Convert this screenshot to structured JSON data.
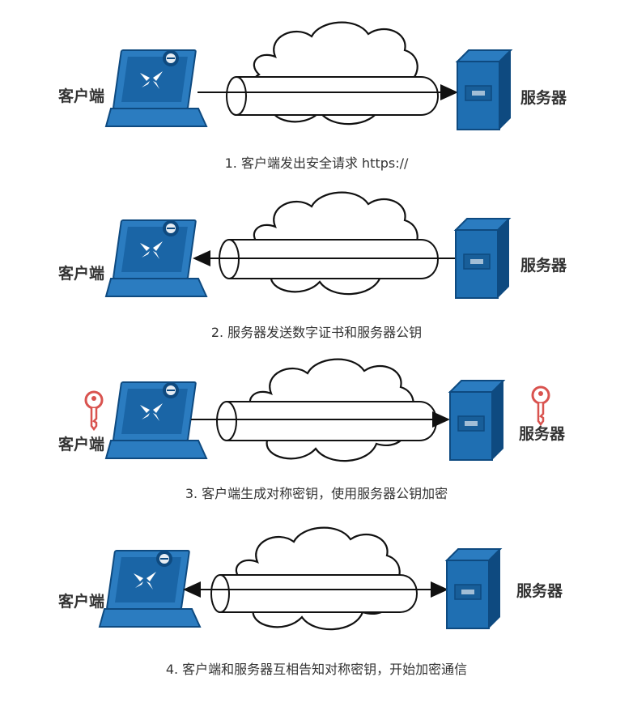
{
  "steps": [
    {
      "client_label": "客户端",
      "server_label": "服务器",
      "caption": "1. 客户端发出安全请求 https://",
      "arrows": "right",
      "keys": false
    },
    {
      "client_label": "客户端",
      "server_label": "服务器",
      "caption": "2. 服务器发送数字证书和服务器公钥",
      "arrows": "left",
      "keys": false
    },
    {
      "client_label": "客户端",
      "server_label": "服务器",
      "caption": "3. 客户端生成对称密钥，使用服务器公钥加密",
      "arrows": "right",
      "keys": true
    },
    {
      "client_label": "客户端",
      "server_label": "服务器",
      "caption": "4. 客户端和服务器互相告知对称密钥，开始加密通信",
      "arrows": "both",
      "keys": false
    }
  ],
  "colors": {
    "device_blue": "#1f6fb2",
    "device_dark": "#0e4a80",
    "key_red": "#d9534f",
    "line": "#111111"
  },
  "icons": [
    "laptop-icon",
    "cloud-icon",
    "server-icon",
    "key-icon"
  ]
}
